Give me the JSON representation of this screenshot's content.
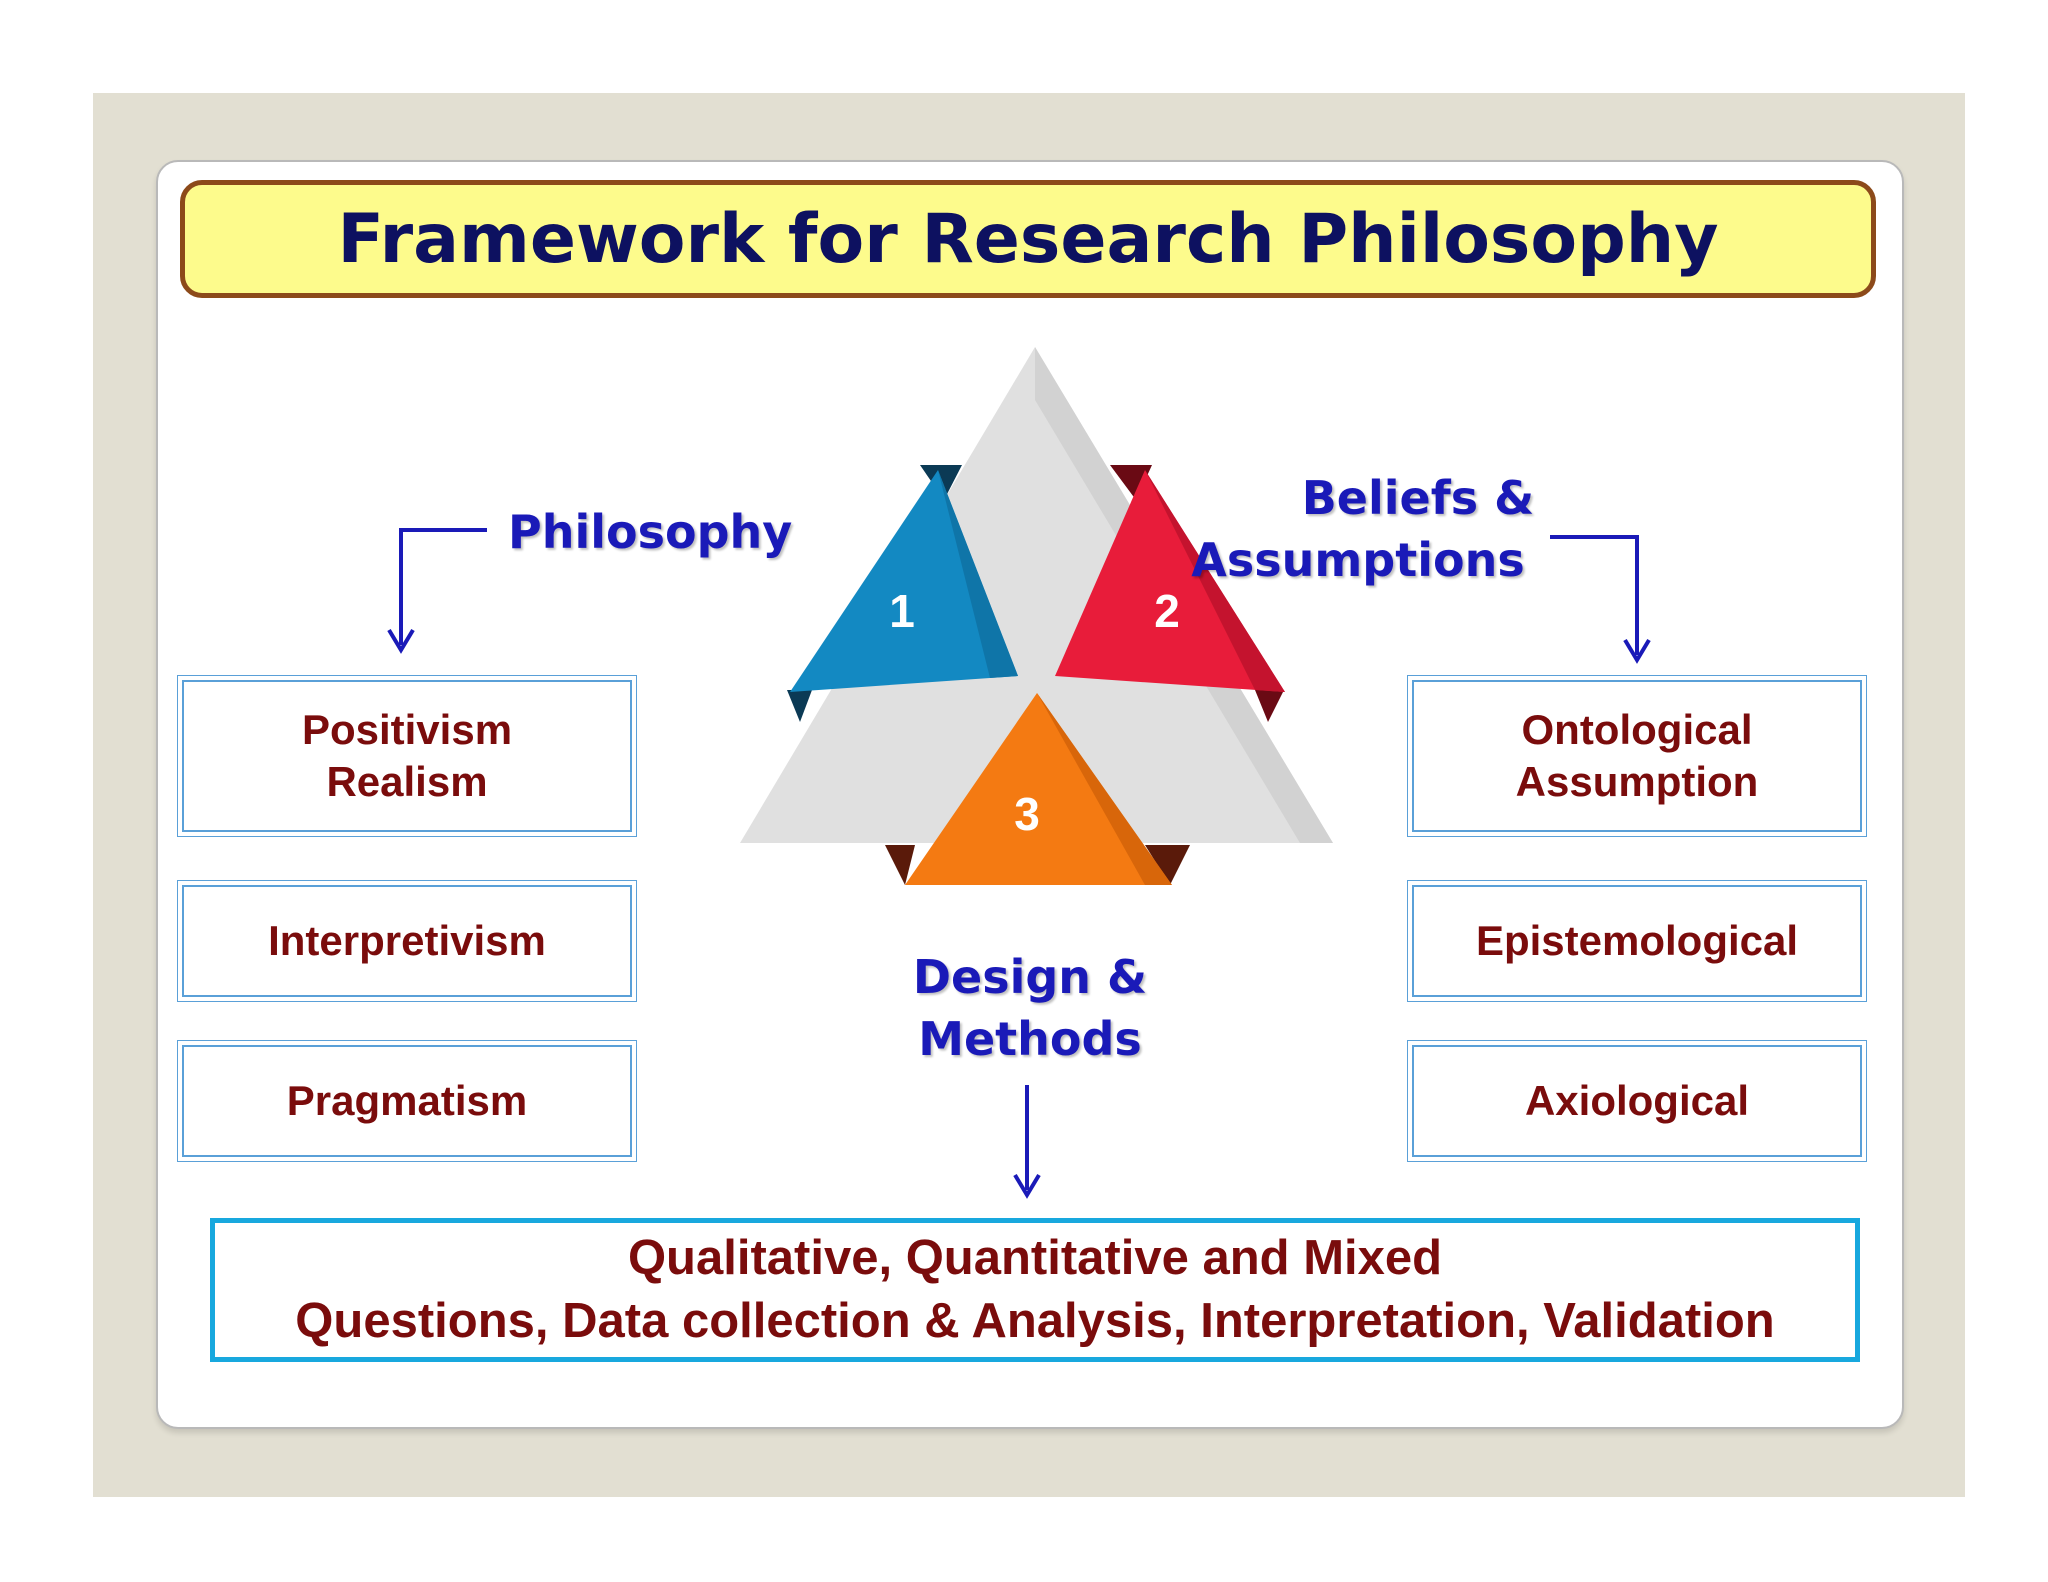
{
  "title": "Framework for Research Philosophy",
  "labels": {
    "philosophy": "Philosophy",
    "beliefs_line1": "Beliefs &",
    "beliefs_line2": "Assumptions",
    "design_line1": "Design &",
    "design_line2": "Methods"
  },
  "triangles": [
    {
      "number": "1",
      "color": "#1389c2"
    },
    {
      "number": "2",
      "color": "#e81c3a"
    },
    {
      "number": "3",
      "color": "#f47a12"
    }
  ],
  "left_boxes": [
    {
      "line1": "Positivism",
      "line2": "Realism"
    },
    {
      "line1": "Interpretivism"
    },
    {
      "line1": "Pragmatism"
    }
  ],
  "right_boxes": [
    {
      "line1": "Ontological",
      "line2": "Assumption"
    },
    {
      "line1": "Epistemological"
    },
    {
      "line1": "Axiological"
    }
  ],
  "bottom": {
    "line1": "Qualitative, Quantitative and Mixed",
    "line2": "Questions, Data collection & Analysis, Interpretation, Validation"
  },
  "colors": {
    "title_text": "#0d1160",
    "title_bg": "#fdfb8c",
    "title_border": "#8c4a1a",
    "label_blue": "#1a1ab8",
    "box_text": "#7a0c0c",
    "arrow": "#1a1ab8"
  }
}
